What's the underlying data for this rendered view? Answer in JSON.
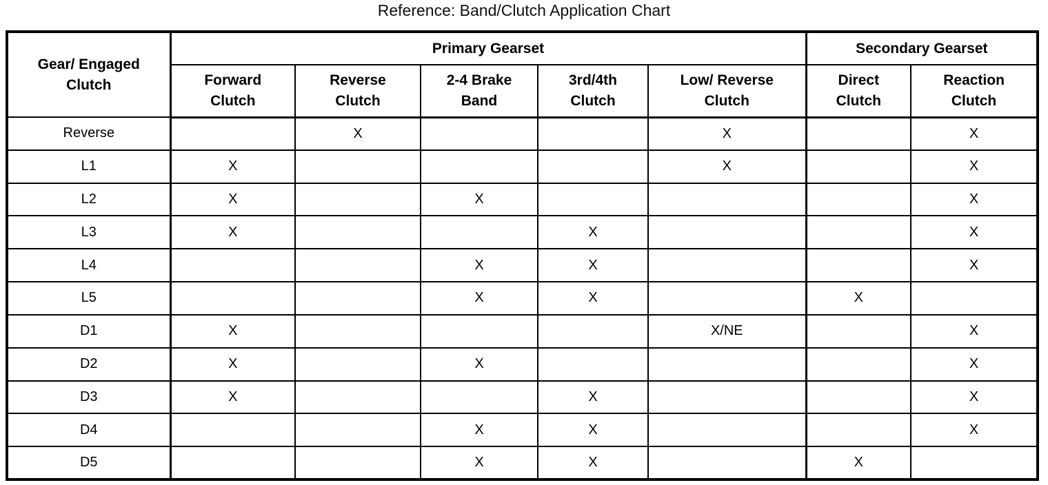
{
  "title": "Reference: Band/Clutch Application Chart",
  "table": {
    "row_header": "Gear/ Engaged Clutch",
    "groups": [
      {
        "label": "Primary Gearset",
        "columns": [
          "Forward Clutch",
          "Reverse Clutch",
          "2-4 Brake Band",
          "3rd/4th Clutch",
          "Low/ Reverse Clutch"
        ]
      },
      {
        "label": "Secondary Gearset",
        "columns": [
          "Direct Clutch",
          "Reaction Clutch"
        ]
      }
    ],
    "rows": [
      {
        "gear": "Reverse",
        "cells": [
          "",
          "X",
          "",
          "",
          "X",
          "",
          "X"
        ]
      },
      {
        "gear": "L1",
        "cells": [
          "X",
          "",
          "",
          "",
          "X",
          "",
          "X"
        ]
      },
      {
        "gear": "L2",
        "cells": [
          "X",
          "",
          "X",
          "",
          "",
          "",
          "X"
        ]
      },
      {
        "gear": "L3",
        "cells": [
          "X",
          "",
          "",
          "X",
          "",
          "",
          "X"
        ]
      },
      {
        "gear": "L4",
        "cells": [
          "",
          "",
          "X",
          "X",
          "",
          "",
          "X"
        ]
      },
      {
        "gear": "L5",
        "cells": [
          "",
          "",
          "X",
          "X",
          "",
          "X",
          ""
        ]
      },
      {
        "gear": "D1",
        "cells": [
          "X",
          "",
          "",
          "",
          "X/NE",
          "",
          "X"
        ]
      },
      {
        "gear": "D2",
        "cells": [
          "X",
          "",
          "X",
          "",
          "",
          "",
          "X"
        ]
      },
      {
        "gear": "D3",
        "cells": [
          "X",
          "",
          "",
          "X",
          "",
          "",
          "X"
        ]
      },
      {
        "gear": "D4",
        "cells": [
          "",
          "",
          "X",
          "X",
          "",
          "",
          "X"
        ]
      },
      {
        "gear": "D5",
        "cells": [
          "",
          "",
          "X",
          "X",
          "",
          "X",
          ""
        ]
      }
    ]
  }
}
